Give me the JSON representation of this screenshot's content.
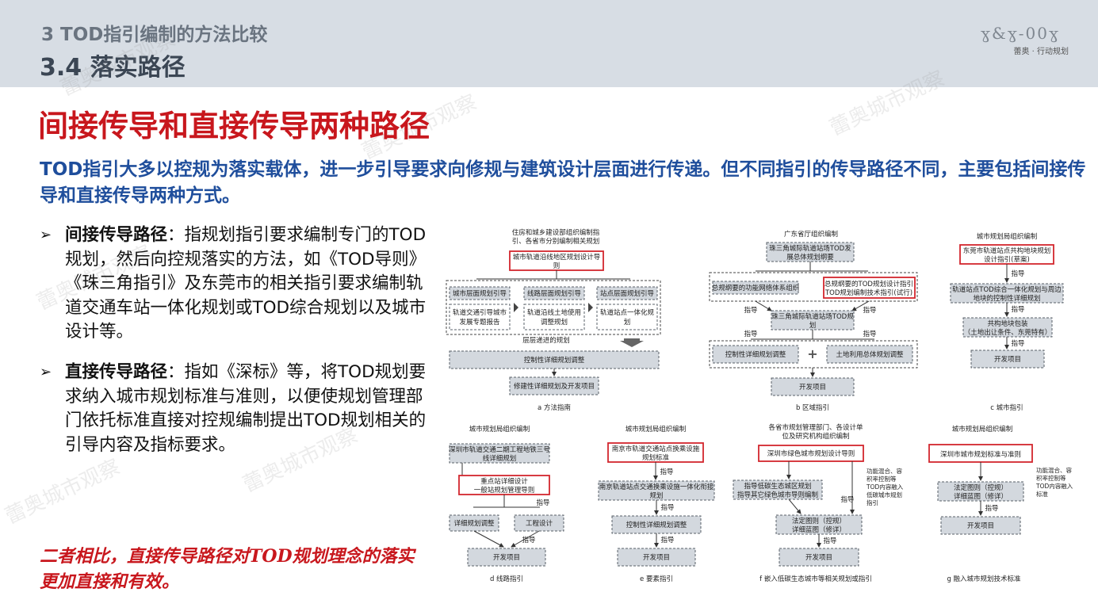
{
  "header": {
    "section": "3 TOD指引编制的方法比较",
    "subsection": "3.4 落实路径",
    "logo_mark": "ɣ&ɣ-00ɣ",
    "logo_text": "蕾奥 · 行动规划"
  },
  "title": "间接传导和直接传导两种路径",
  "lead": "TOD指引大多以控规为落实载体，进一步引导要求向修规与建筑设计层面进行传递。但不同指引的传导路径不同，主要包括间接传导和直接传导两种方式。",
  "bullets": [
    {
      "term": "间接传导路径",
      "text": "：指规划指引要求编制专门的TOD规划，然后向控规落实的方法，如《TOD导则》《珠三角指引》及东莞市的相关指引要求编制轨道交通车站一体化规划或TOD综合规划以及城市设计等。"
    },
    {
      "term": "直接传导路径",
      "text": "：指如《深标》等，将TOD规划要求纳入城市规划标准与准则，以便使规划管理部门依托标准直接对控规编制提出TOD规划相关的引导内容及指标要求。"
    }
  ],
  "conclusion": "二者相比，直接传导路径对TOD规划理念的落实更加直接和有效。",
  "watermark": "蕾奥城市观察",
  "diagrams": {
    "a": {
      "org": [
        "住房和城乡建设部组织编制指",
        "引、各省市分别编制相关规划"
      ],
      "top": [
        "城市轨道沿线地区规划设计导",
        "则"
      ],
      "cols": [
        {
          "head": "城市层面规划引导",
          "body": [
            "轨道交通引导城市",
            "发展专题报告"
          ]
        },
        {
          "head": "线路层面规划引导",
          "body": [
            "轨道沿线土地使用",
            "调整规划"
          ]
        },
        {
          "head": "站点层面规划引导",
          "body": [
            "轨道站点一体化规",
            "划"
          ]
        }
      ],
      "note": "层层递进的规划",
      "kg": "控制性详细规划调整",
      "xg": "修建性详细规划及开发项目",
      "caption": "a 方法指南"
    },
    "b": {
      "org": "广东省厅组织编制",
      "top": [
        "珠三角城际轨道站场TOD发",
        "展总体规划纲要"
      ],
      "left": "总规纲要的功能网络体系组织",
      "right": [
        "总规纲要的TOD规划设计指引",
        "TOD规划编制技术指引(试行)"
      ],
      "mid": [
        "珠三角城际轨道站场TOD规",
        "划"
      ],
      "guide": "指导",
      "kg": "控制性详细规划调整",
      "plus": "+",
      "land": "土地利用总体规划调整",
      "dev": "开发项目",
      "caption": "b 区域指引"
    },
    "c": {
      "org": "城市规划局组织编制",
      "top": [
        "东莞市轨道站点共构地块规划",
        "设计指引(草案)"
      ],
      "mid": [
        "轨道站点TOD综合一体化规划与周边",
        "地块的控制性详细规划"
      ],
      "pkg": [
        "共构地块包装",
        "（土地出让条件、东莞特有）"
      ],
      "guide": "指导",
      "dev": "开发项目",
      "caption": "c 城市指引"
    },
    "d": {
      "org": "城市规划局组织编制",
      "top": [
        "深圳市轨道交通二期工程地铁三号",
        "线详细规划"
      ],
      "mid": [
        "重点站详细设计",
        "一般站规划管理导则"
      ],
      "guide": "指导",
      "left": "详细规划调整",
      "right": "工程设计",
      "dev": "开发项目",
      "caption": "d 线路指引"
    },
    "e": {
      "org": "城市规划局组织编制",
      "top": [
        "南京市轨道交通站点换乘设施",
        "规划标准"
      ],
      "mid": [
        "南京轨道站点交通换乘设施一体化衔接",
        "规划"
      ],
      "guide": "指导",
      "kg": "控制性详细规划调整",
      "dev": "开发项目",
      "caption": "e 要素指引"
    },
    "f": {
      "org": [
        "各省市规划管理部门、各设计单",
        "位及研究机构组织编制"
      ],
      "top": "深圳市绿色城市规划设计导则",
      "mid": [
        "指导低碳生态城区规划",
        "指导其它绿色城市导则编制"
      ],
      "side": [
        "功能混合、容",
        "积率控制等",
        "TOD内容融入",
        "低碳城市规划",
        "指引"
      ],
      "guide": "指导",
      "law": [
        "法定图则（控规）",
        "详细蓝图（修详）"
      ],
      "dev": "开发项目",
      "caption": "f 嵌入低碳生态城市等相关规划或指引"
    },
    "g": {
      "org": "城市规划局组织编制",
      "top": "深圳市城市规划标准与准则",
      "side": [
        "功能混合、容",
        "积率控制等",
        "TOD内容融入",
        "标准"
      ],
      "law": [
        "法定图则（控规）",
        "详细蓝图（修详）"
      ],
      "guide": "指导",
      "dev": "开发项目",
      "caption": "g 融入城市规划技术标准"
    }
  }
}
